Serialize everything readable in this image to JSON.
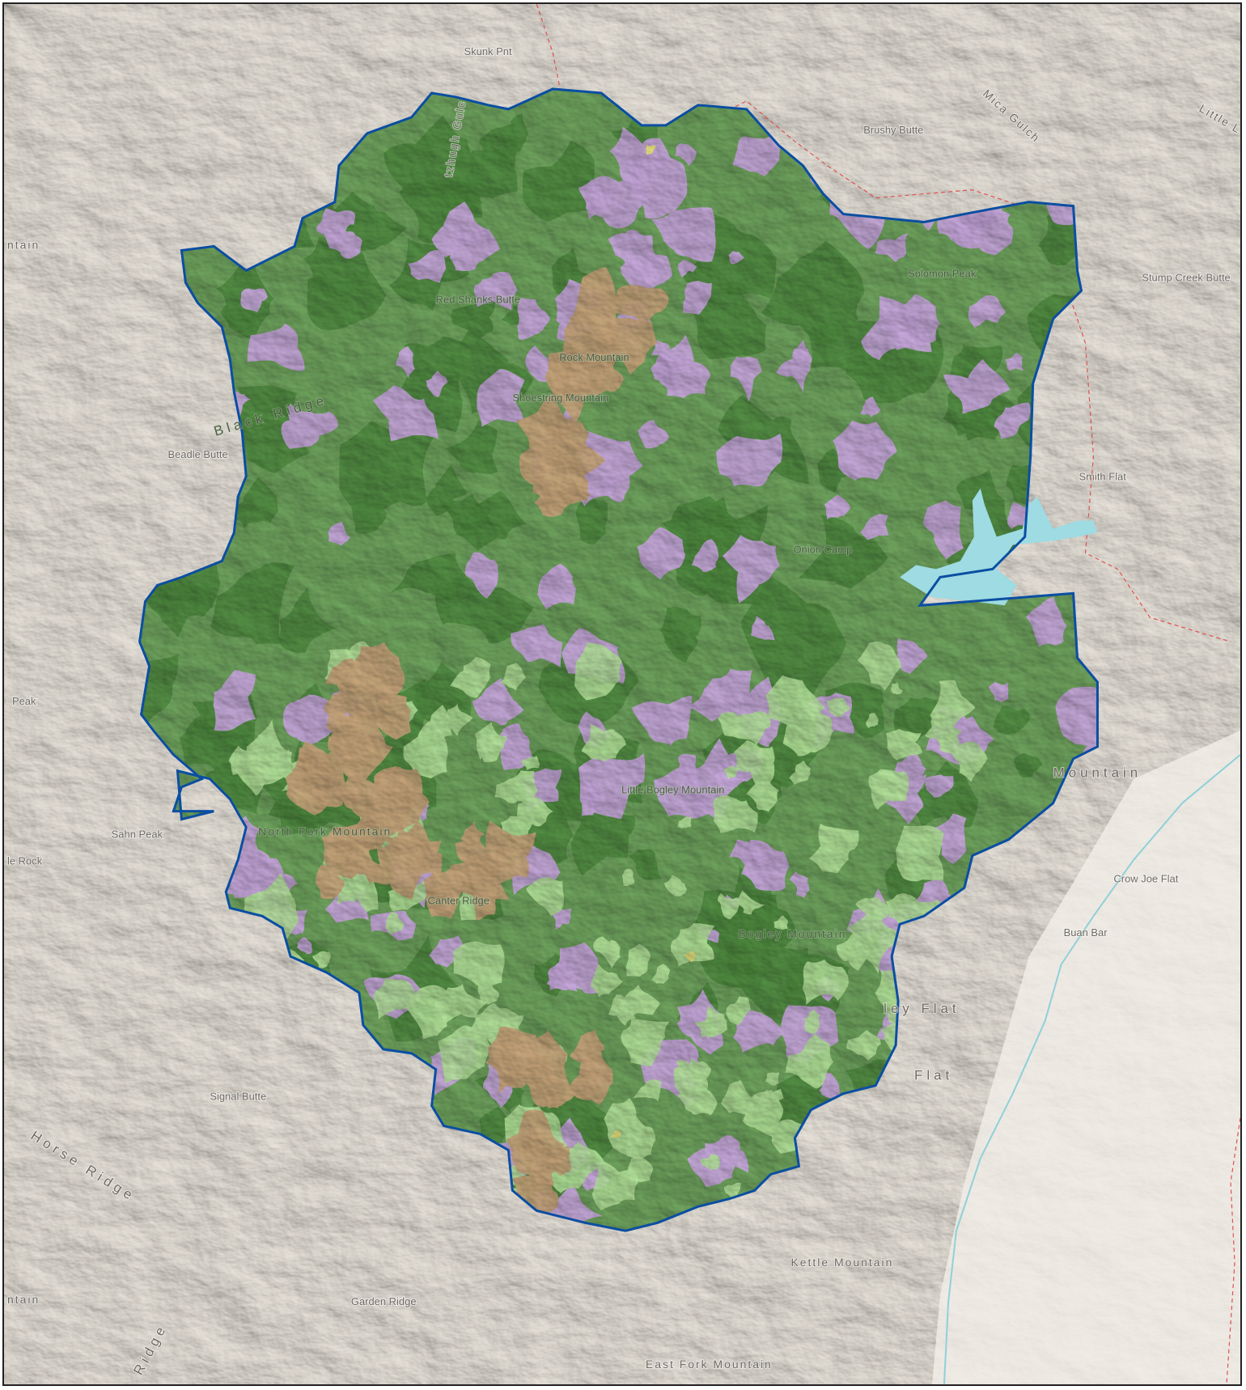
{
  "colors": {
    "background_terrain": "#d8d1c4",
    "terrain_light": "#f2efe9",
    "water": "#9edbe2",
    "boundary": "#0b4ea2",
    "conifer_dark": "#4f8a40",
    "conifer": "#6fa35e",
    "hardwood": "#c7a8dc",
    "shrub": "#b4e29a",
    "grass": "#c6a47a",
    "bare": "#e6e07a",
    "admin_line": "#e05050",
    "river_line": "#8fd0d8"
  },
  "icons": {
    "admin_boundary": "dashed-red-line-icon",
    "river": "river-line-icon"
  },
  "labels": {
    "outside": [
      {
        "name": "skunk-point",
        "text": "Skunk Pnt"
      },
      {
        "name": "brushy-butte",
        "text": "Brushy Butte"
      },
      {
        "name": "mica-gulch",
        "text": "Mica Gulch"
      },
      {
        "name": "little",
        "text": "Little L"
      },
      {
        "name": "stump-creek-butte",
        "text": "Stump Creek Butte"
      },
      {
        "name": "ntain-left",
        "text": "ntain"
      },
      {
        "name": "beadle-butte",
        "text": "Beadle Butte"
      },
      {
        "name": "smith-flat",
        "text": "Smith Flat"
      },
      {
        "name": "peak",
        "text": "Peak"
      },
      {
        "name": "sahn-peak",
        "text": "Sahn Peak"
      },
      {
        "name": "rock",
        "text": "le Rock"
      },
      {
        "name": "crow-joe-flat",
        "text": "Crow Joe Flat"
      },
      {
        "name": "buan-bar",
        "text": "Buan Bar"
      },
      {
        "name": "signal-butte",
        "text": "Signal Butte"
      },
      {
        "name": "horse-ridge",
        "text": "Horse Ridge"
      },
      {
        "name": "ridge-bottom-left",
        "text": "Ridge"
      },
      {
        "name": "ntain-bottom-left",
        "text": "ntain"
      },
      {
        "name": "garden-ridge",
        "text": "Garden Ridge"
      },
      {
        "name": "kettle-mountain",
        "text": "Kettle Mountain"
      },
      {
        "name": "east-fork-mountain",
        "text": "East Fork Mountain"
      },
      {
        "name": "fitzhugh-gulch",
        "text": "tzhugh Gulc"
      },
      {
        "name": "mountain-right",
        "text": "Mountain"
      },
      {
        "name": "ley-flat",
        "text": "ley Flat"
      },
      {
        "name": "flat-lower",
        "text": "Flat"
      }
    ],
    "inside": [
      {
        "name": "red-shanks-butte",
        "text": "Red Shanks Butte"
      },
      {
        "name": "rock-mountain",
        "text": "Rock Mountain"
      },
      {
        "name": "shoestring-mountain",
        "text": "Shoestring Mountain"
      },
      {
        "name": "black-ridge",
        "text": "Black Ridge"
      },
      {
        "name": "little-bogley-mountain",
        "text": "Little Bogley Mountain"
      },
      {
        "name": "north-fork-mountain",
        "text": "North Fork Mountain"
      },
      {
        "name": "canter-ridge",
        "text": "Canter Ridge"
      },
      {
        "name": "bogley-mountain",
        "text": "Bogley Mountain"
      },
      {
        "name": "solomon-peak",
        "text": "Solomon Peak"
      },
      {
        "name": "onion-camp",
        "text": "Onion Camp"
      }
    ]
  }
}
